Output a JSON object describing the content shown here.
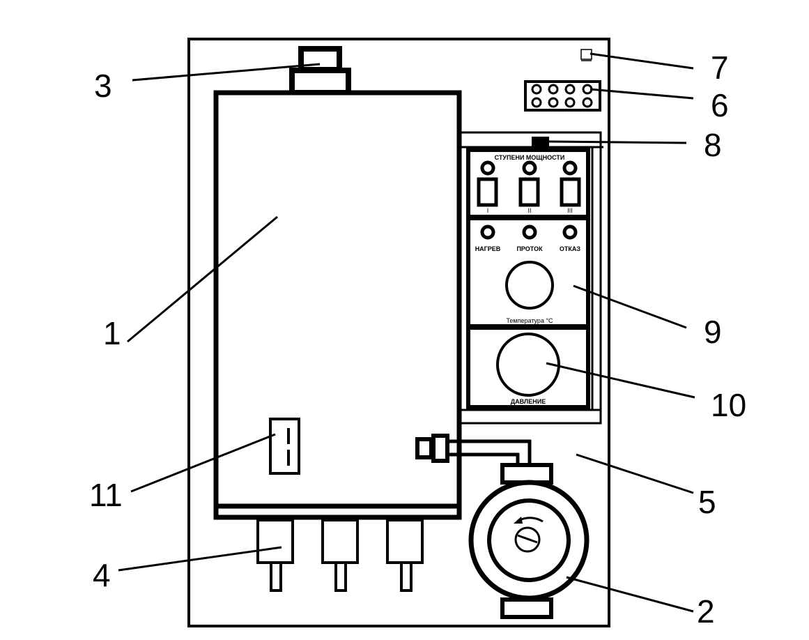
{
  "diagram": {
    "title": "Electric boiler component layout",
    "colors": {
      "stroke": "#000000",
      "background": "#ffffff"
    },
    "panel": {
      "power_stages_title": "СТУПЕНИ МОЩНОСТИ",
      "stage_labels": [
        "I",
        "II",
        "III"
      ],
      "indicator_labels": [
        "НАГРЕВ",
        "ПРОТОК",
        "ОТКАЗ"
      ],
      "temperature_label": "Температура °C",
      "pressure_label": "ДАВЛЕНИЕ"
    },
    "callouts": [
      {
        "id": "1",
        "label": "1",
        "part": "heating-tank"
      },
      {
        "id": "2",
        "label": "2",
        "part": "circulation-pump"
      },
      {
        "id": "3",
        "label": "3",
        "part": "air-vent"
      },
      {
        "id": "4",
        "label": "4",
        "part": "pipe-connections"
      },
      {
        "id": "5",
        "label": "5",
        "part": "housing-frame"
      },
      {
        "id": "6",
        "label": "6",
        "part": "terminal-block"
      },
      {
        "id": "7",
        "label": "7",
        "part": "ground-terminal"
      },
      {
        "id": "8",
        "label": "8",
        "part": "main-switch"
      },
      {
        "id": "9",
        "label": "9",
        "part": "temperature-controller"
      },
      {
        "id": "10",
        "label": "10",
        "part": "pressure-gauge"
      },
      {
        "id": "11",
        "label": "11",
        "part": "safety-thermostat"
      }
    ]
  }
}
